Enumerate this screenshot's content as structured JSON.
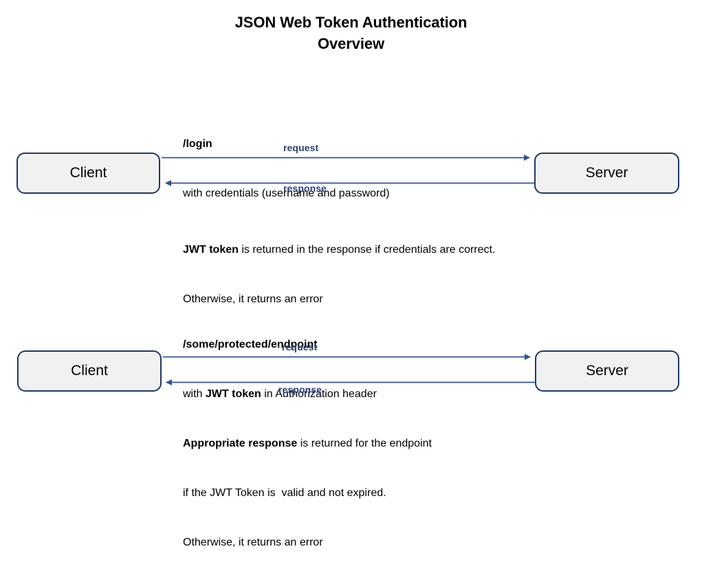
{
  "title": {
    "line1": "JSON Web Token Authentication",
    "line2": "Overview"
  },
  "colors": {
    "node_fill": "#F1F1F1",
    "node_border": "#1F3864",
    "arrow_line": "#2E5496",
    "arrow_label_text": "#2E4272",
    "text": "#000000",
    "background": "#FFFFFF"
  },
  "flows": [
    {
      "id": "login-flow",
      "client_label": "Client",
      "server_label": "Server",
      "request_label": "request",
      "response_label": "response",
      "header": {
        "line1_bold": "/login",
        "line2": "with credentials (username and password)"
      },
      "footer": {
        "line1_bold": "JWT token",
        "line1_rest": " is returned in the response if credentials are correct.",
        "line2": "Otherwise, it returns an error"
      }
    },
    {
      "id": "protected-endpoint-flow",
      "client_label": "Client",
      "server_label": "Server",
      "request_label": "request",
      "response_label": "response",
      "header": {
        "line1_bold": "/some/protected/endpoint",
        "line2_pre": "with ",
        "line2_bold": "JWT token",
        "line2_post": " in Authorization header"
      },
      "footer": {
        "line1_bold": "Appropriate response",
        "line1_rest": " is returned for the endpoint",
        "line2": "if the JWT Token is  valid and not expired.",
        "line3": "Otherwise, it returns an error"
      }
    }
  ]
}
